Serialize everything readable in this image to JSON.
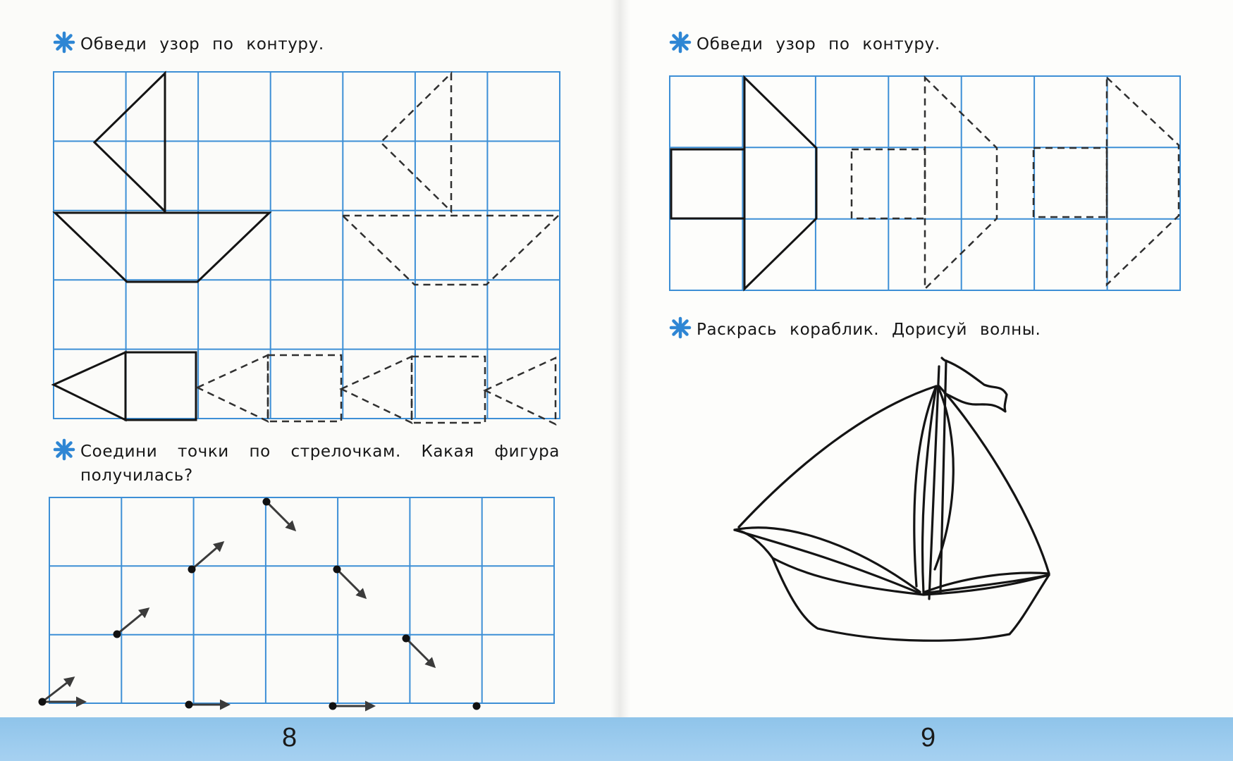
{
  "pages": {
    "left": {
      "page_number": "8",
      "task1": {
        "instruction": "Обведи узор по контуру."
      },
      "task2": {
        "instruction": "Соедини точки по стрелочкам. Какая фигура получилась?"
      }
    },
    "right": {
      "page_number": "9",
      "task1": {
        "instruction": "Обведи узор по контуру."
      },
      "task2": {
        "instruction": "Раскрась кораблик. Дорисуй волны."
      }
    }
  },
  "colors": {
    "grid_line": "#3d8fd6",
    "footer_band": "#9bcbee",
    "task_icon": "#2e86d4",
    "drawing": "#141414"
  },
  "icons": {
    "task_marker": "snowflake-asterisk-icon"
  }
}
